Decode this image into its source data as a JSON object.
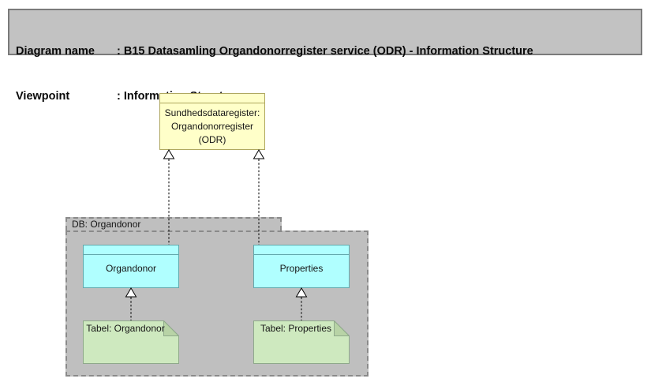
{
  "header": {
    "rows": [
      {
        "label": "Diagram name",
        "value": ": B15 Datasamling Organdonorregister service (ODR) - Information Structure"
      },
      {
        "label": "Viewpoint",
        "value": ": Information Structure"
      }
    ]
  },
  "diagram": {
    "service": {
      "lines": [
        "Sundhedsdataregister:",
        "Organdonorregister",
        "(ODR)"
      ]
    },
    "group": {
      "label": "DB: Organdonor"
    },
    "entities": [
      {
        "label": "Organdonor"
      },
      {
        "label": "Properties"
      }
    ],
    "tables": [
      {
        "label": "Tabel: Organdonor"
      },
      {
        "label": "Tabel: Properties"
      }
    ]
  },
  "colors": {
    "header_fill": "#C2C2C2",
    "header_stroke": "#7A7A7A",
    "group_fill": "#BFBFBF",
    "group_stroke": "#8A8A8A",
    "service_fill": "#FFFFC9",
    "service_stroke": "#AFA75E",
    "entity_fill": "#B0FFFF",
    "entity_stroke": "#63A8AC",
    "table_fill": "#CEE9BF",
    "table_stroke": "#8FA98B",
    "table_fold": "#B8D3A6",
    "connector": "#000000"
  }
}
